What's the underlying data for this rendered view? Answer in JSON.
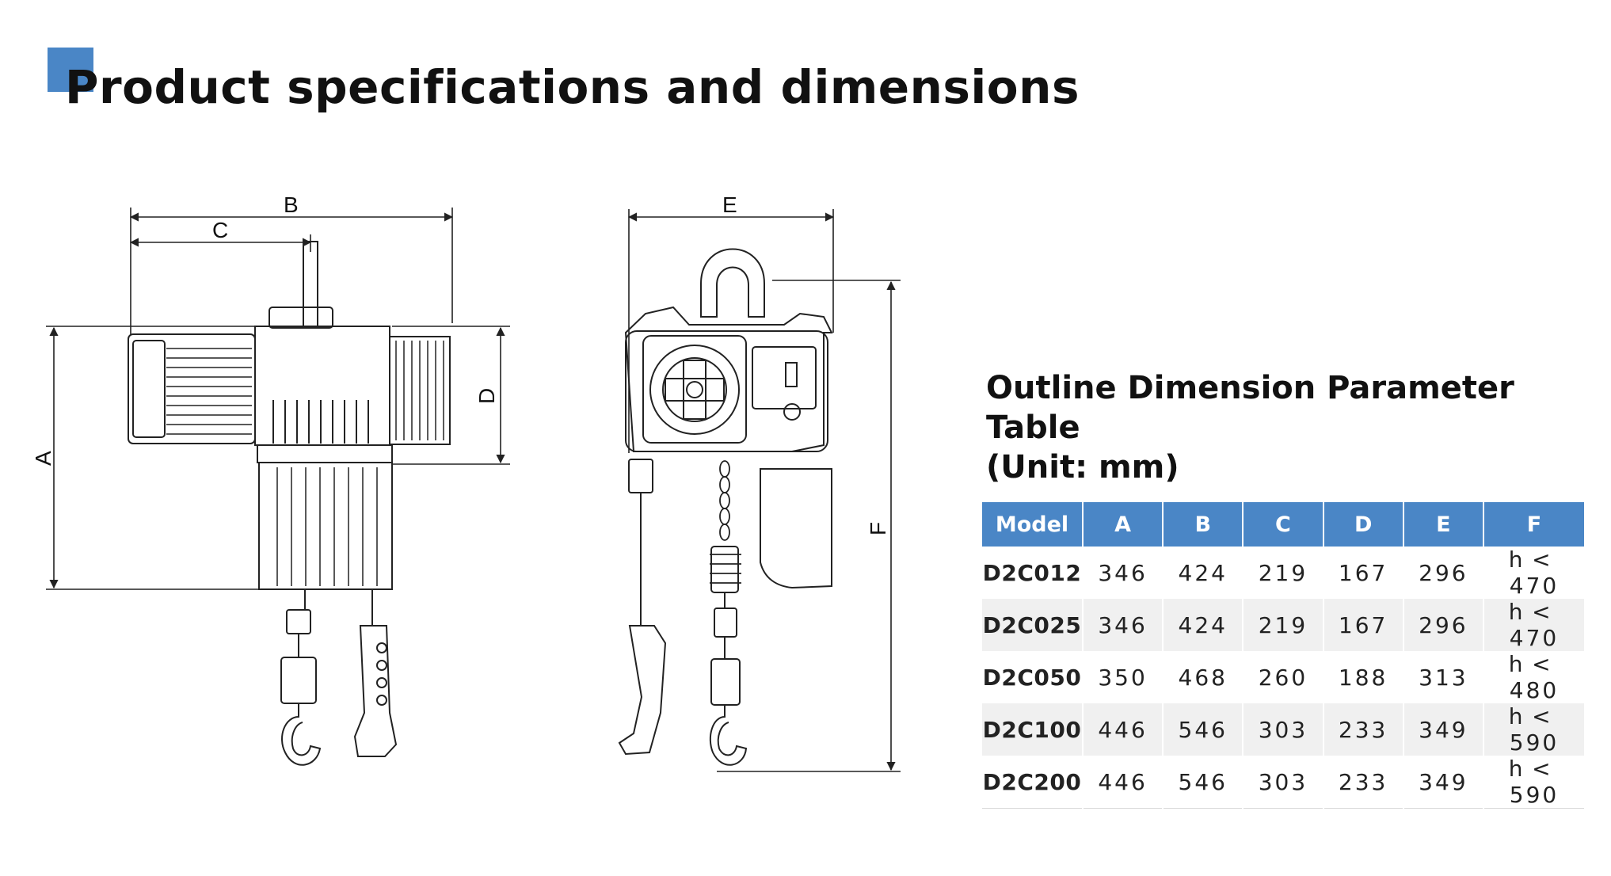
{
  "page": {
    "title": "Product specifications and dimensions",
    "accent_color": "#4a86c6"
  },
  "drawing": {
    "labels": {
      "A": "A",
      "B": "B",
      "C": "C",
      "D": "D",
      "E": "E",
      "F": "F"
    }
  },
  "table": {
    "title_line1": "Outline Dimension Parameter Table",
    "title_line2": "(Unit: mm)",
    "header_color": "#4a86c6",
    "columns": [
      "Model",
      "A",
      "B",
      "C",
      "D",
      "E",
      "F"
    ],
    "rows": [
      [
        "D2C012",
        "346",
        "424",
        "219",
        "167",
        "296",
        "h < 470"
      ],
      [
        "D2C025",
        "346",
        "424",
        "219",
        "167",
        "296",
        "h < 470"
      ],
      [
        "D2C050",
        "350",
        "468",
        "260",
        "188",
        "313",
        "h < 480"
      ],
      [
        "D2C100",
        "446",
        "546",
        "303",
        "233",
        "349",
        "h < 590"
      ],
      [
        "D2C200",
        "446",
        "546",
        "303",
        "233",
        "349",
        "h < 590"
      ]
    ]
  }
}
